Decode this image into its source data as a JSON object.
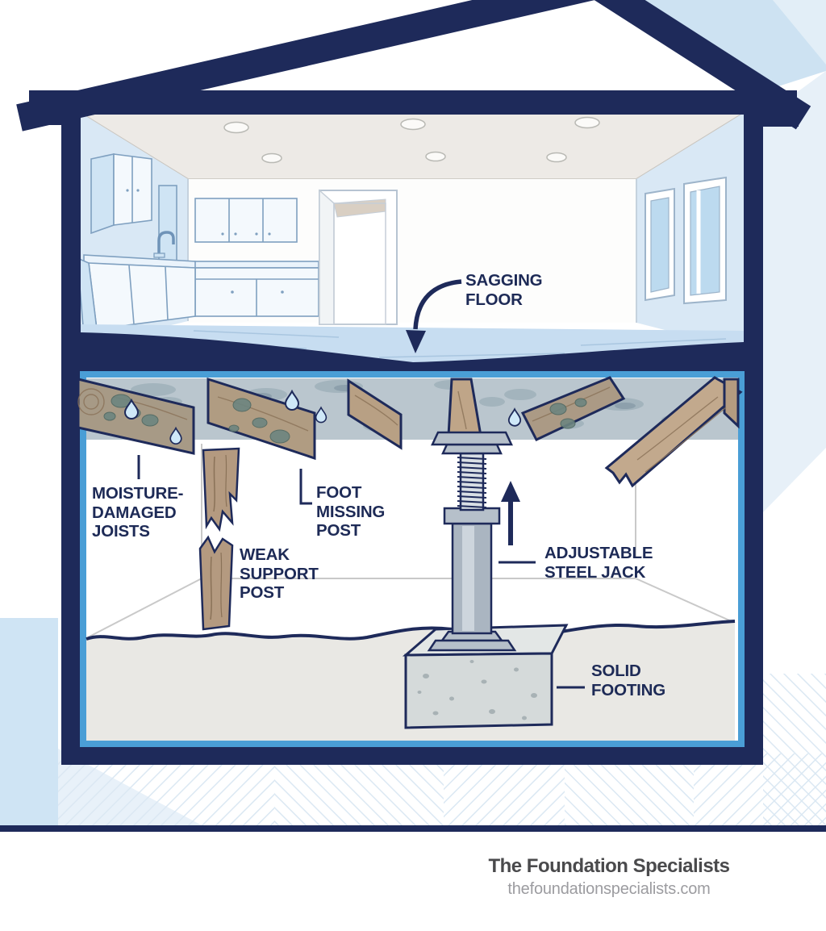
{
  "annotations": {
    "sagging_floor": "SAGGING\nFLOOR",
    "moisture_damaged_joists": "MOISTURE-\nDAMAGED\nJOISTS",
    "foot_missing_post": "FOOT\nMISSING\nPOST",
    "weak_support_post": "WEAK\nSUPPORT\nPOST",
    "adjustable_steel_jack": "ADJUSTABLE\nSTEEL JACK",
    "solid_footing": "SOLID\nFOOTING"
  },
  "footer": {
    "brand": "The Foundation Specialists",
    "website": "thefoundationspecialists.com"
  },
  "colors": {
    "navy": "#1e2a5a",
    "crawl_border_blue": "#4a9ed6",
    "label_text": "#1d2a56",
    "wall_blue": "#d9e8f5",
    "floor_blue": "#c7ddf1",
    "subfloor_gray": "#bac6ce",
    "wood_tan": "#b49a80",
    "steel_gray": "#aab5c1",
    "concrete_gray": "#d5dada",
    "ground_gray": "#e9e8e4",
    "brand_text": "#4a4a4c",
    "website_text": "#9c9ca0"
  }
}
